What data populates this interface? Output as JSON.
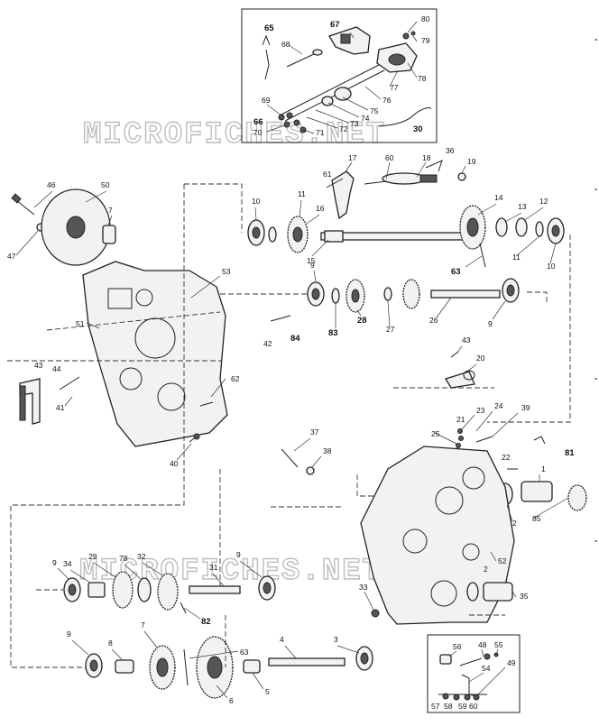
{
  "watermarks": [
    "MICROFICHES.NET",
    "MICROFICHES.NET"
  ],
  "inset_top": {
    "labels": [
      "65",
      "67",
      "68",
      "80",
      "79",
      "78",
      "77",
      "76",
      "75",
      "74",
      "73",
      "72",
      "69",
      "66",
      "70",
      "71",
      "30"
    ]
  },
  "inset_bottom": {
    "labels": [
      "56",
      "48",
      "55",
      "54",
      "49",
      "57",
      "58",
      "59",
      "60"
    ]
  },
  "main": {
    "labels": [
      "46",
      "50",
      "7",
      "47",
      "53",
      "51",
      "43",
      "44",
      "42",
      "41",
      "62",
      "40",
      "84",
      "83",
      "28",
      "27",
      "26",
      "9",
      "10",
      "11",
      "16",
      "15",
      "61",
      "17",
      "60",
      "18",
      "36",
      "19",
      "14",
      "13",
      "12",
      "63",
      "20",
      "23",
      "24",
      "25",
      "39",
      "37",
      "38",
      "81",
      "22",
      "1",
      "2",
      "85",
      "52",
      "33",
      "35",
      "29",
      "34",
      "78",
      "32",
      "31",
      "82",
      "8",
      "6",
      "5",
      "4",
      "3",
      "21"
    ]
  }
}
